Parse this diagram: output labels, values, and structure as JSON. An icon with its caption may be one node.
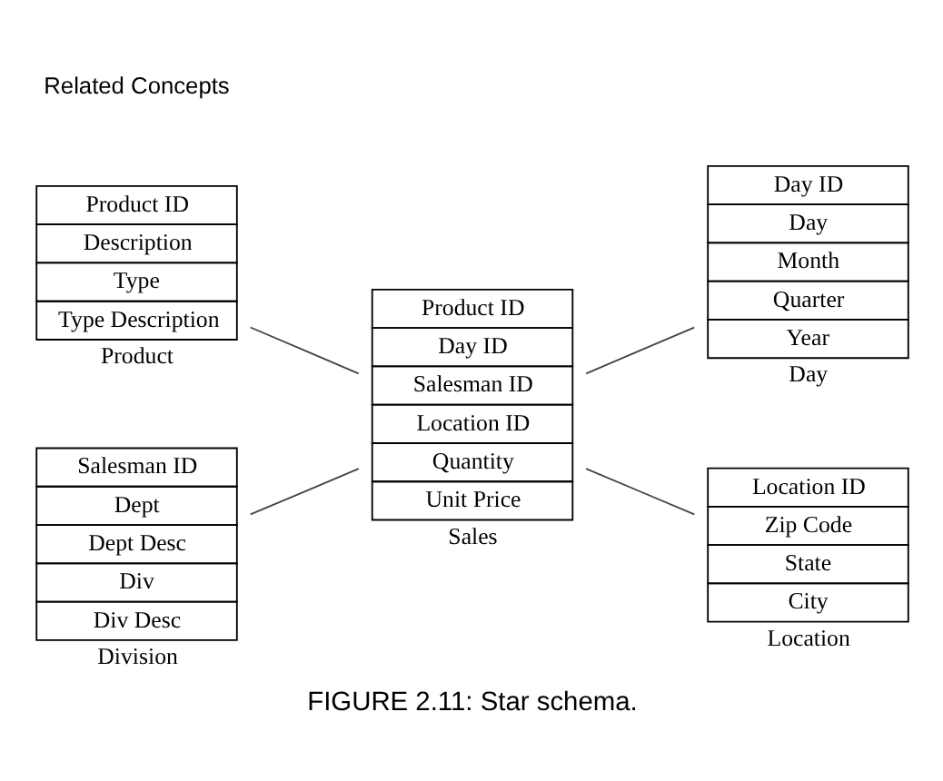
{
  "diagram": {
    "caption": "FIGURE 2.11: Star schema.",
    "nodes": [
      {
        "text": [
          "Product ID",
          "Description",
          "Type",
          "Type Description"
        ],
        "beside": [
          "Product"
        ]
      },
      {
        "text": [
          "Day ID",
          "Day",
          "Month",
          "Quarter",
          "Year"
        ],
        "beside": [
          "Day"
        ]
      },
      {
        "text": [
          "Product ID",
          "Day ID",
          "Salesman ID",
          "Location ID",
          "Quantity",
          "Unit Price"
        ],
        "beside": [
          "Sales"
        ]
      },
      {
        "text": [
          "Salesman ID",
          "Dept",
          "Dept Desc",
          "Div",
          "Div Desc"
        ],
        "beside": [
          "Division"
        ]
      },
      {
        "text": [
          "Location ID",
          "Zip Code",
          "State",
          "City"
        ],
        "beside": [
          "Location"
        ]
      }
    ],
    "edges": [
      {
        "from": 0,
        "to": 2,
        "arrow": "none"
      },
      {
        "from": 2,
        "to": 1,
        "arrow": "none"
      },
      {
        "from": 3,
        "to": 2,
        "arrow": "none"
      },
      {
        "from": 2,
        "to": 4,
        "arrow": "none"
      }
    ],
    "labels": [
      "Related Concepts"
    ]
  }
}
